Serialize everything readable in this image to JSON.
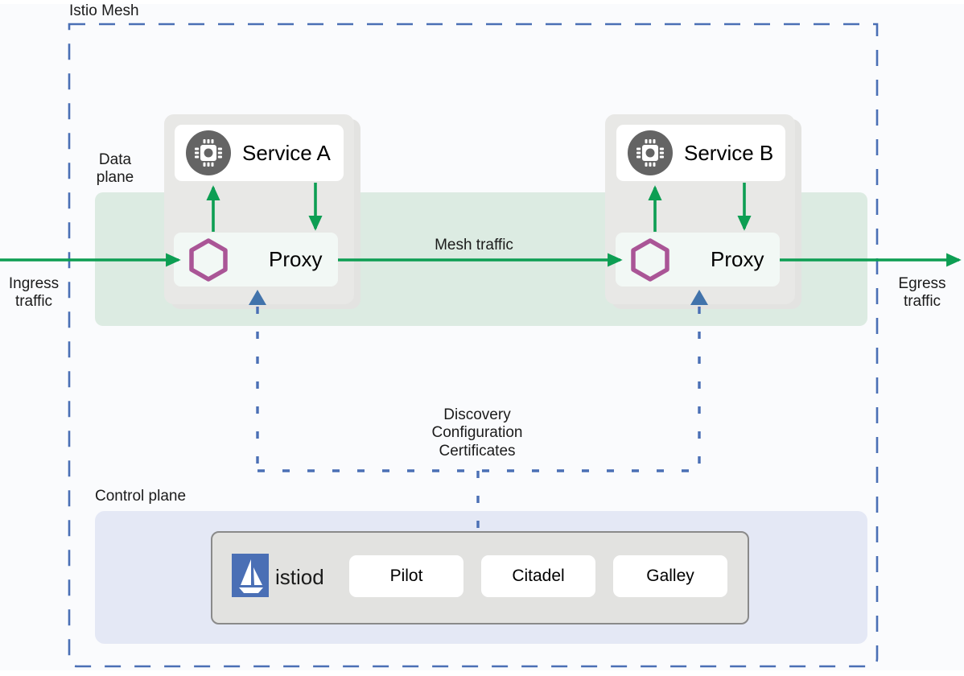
{
  "diagram": {
    "title": "Istio Mesh",
    "mesh_label": "Istio Mesh",
    "data_plane_label": "Data\nplane",
    "control_plane_label": "Control plane",
    "ingress_label": "Ingress\ntraffic",
    "egress_label": "Egress\ntraffic",
    "mesh_traffic_label": "Mesh traffic",
    "discovery_label": "Discovery\nConfiguration\nCertificates"
  },
  "pods": [
    {
      "service_label": "Service A",
      "proxy_label": "Proxy",
      "service_icon": "cpu-chip-icon",
      "proxy_icon": "envoy-hexagon-icon"
    },
    {
      "service_label": "Service B",
      "proxy_label": "Proxy",
      "service_icon": "cpu-chip-icon",
      "proxy_icon": "envoy-hexagon-icon"
    }
  ],
  "control_plane": {
    "istiod_label": "istiod",
    "istiod_icon": "istio-sail-logo",
    "components": [
      {
        "label": "Pilot"
      },
      {
        "label": "Citadel"
      },
      {
        "label": "Galley"
      }
    ]
  },
  "colors": {
    "traffic_arrow": "#0d9e53",
    "mesh_border": "#4a6fb5",
    "discovery_line": "#4a6fb5",
    "data_plane_bg": "#dcebe2",
    "control_plane_bg": "#e4e8f5",
    "pod_bg": "#e8e8e6",
    "proxy_bg": "#f2f8f5",
    "hexagon": "#aa5596",
    "chip_circle": "#646464",
    "istio_logo_bg": "#4a6fb5",
    "istiod_box_bg": "#e2e2e0",
    "page_bg": "#fafbfd"
  }
}
